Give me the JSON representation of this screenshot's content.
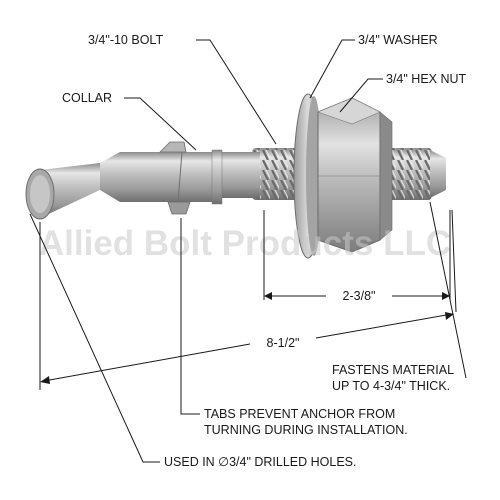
{
  "labels": {
    "bolt": "3/4\"-10 BOLT",
    "washer": "3/4\" WASHER",
    "hex_nut": "3/4\" HEX NUT",
    "collar": "COLLAR",
    "dim_thread": "2-3/8\"",
    "dim_overall": "8-1/2\"",
    "fastens_line1": "FASTENS MATERIAL",
    "fastens_line2": "UP TO 4-3/4\" THICK.",
    "tabs_line1": "TABS PREVENT ANCHOR FROM",
    "tabs_line2": "TURNING DURING INSTALLATION.",
    "drilled": "USED IN  ∅3/4\" DRILLED HOLES."
  },
  "watermark": "Allied Bolt Products LLC",
  "colors": {
    "text": "#1a1a1a",
    "metal_light": "#e8e8e8",
    "metal_mid": "#b4b4b4",
    "metal_dark": "#7a7a7a",
    "watermark": "#c8c8c8"
  }
}
